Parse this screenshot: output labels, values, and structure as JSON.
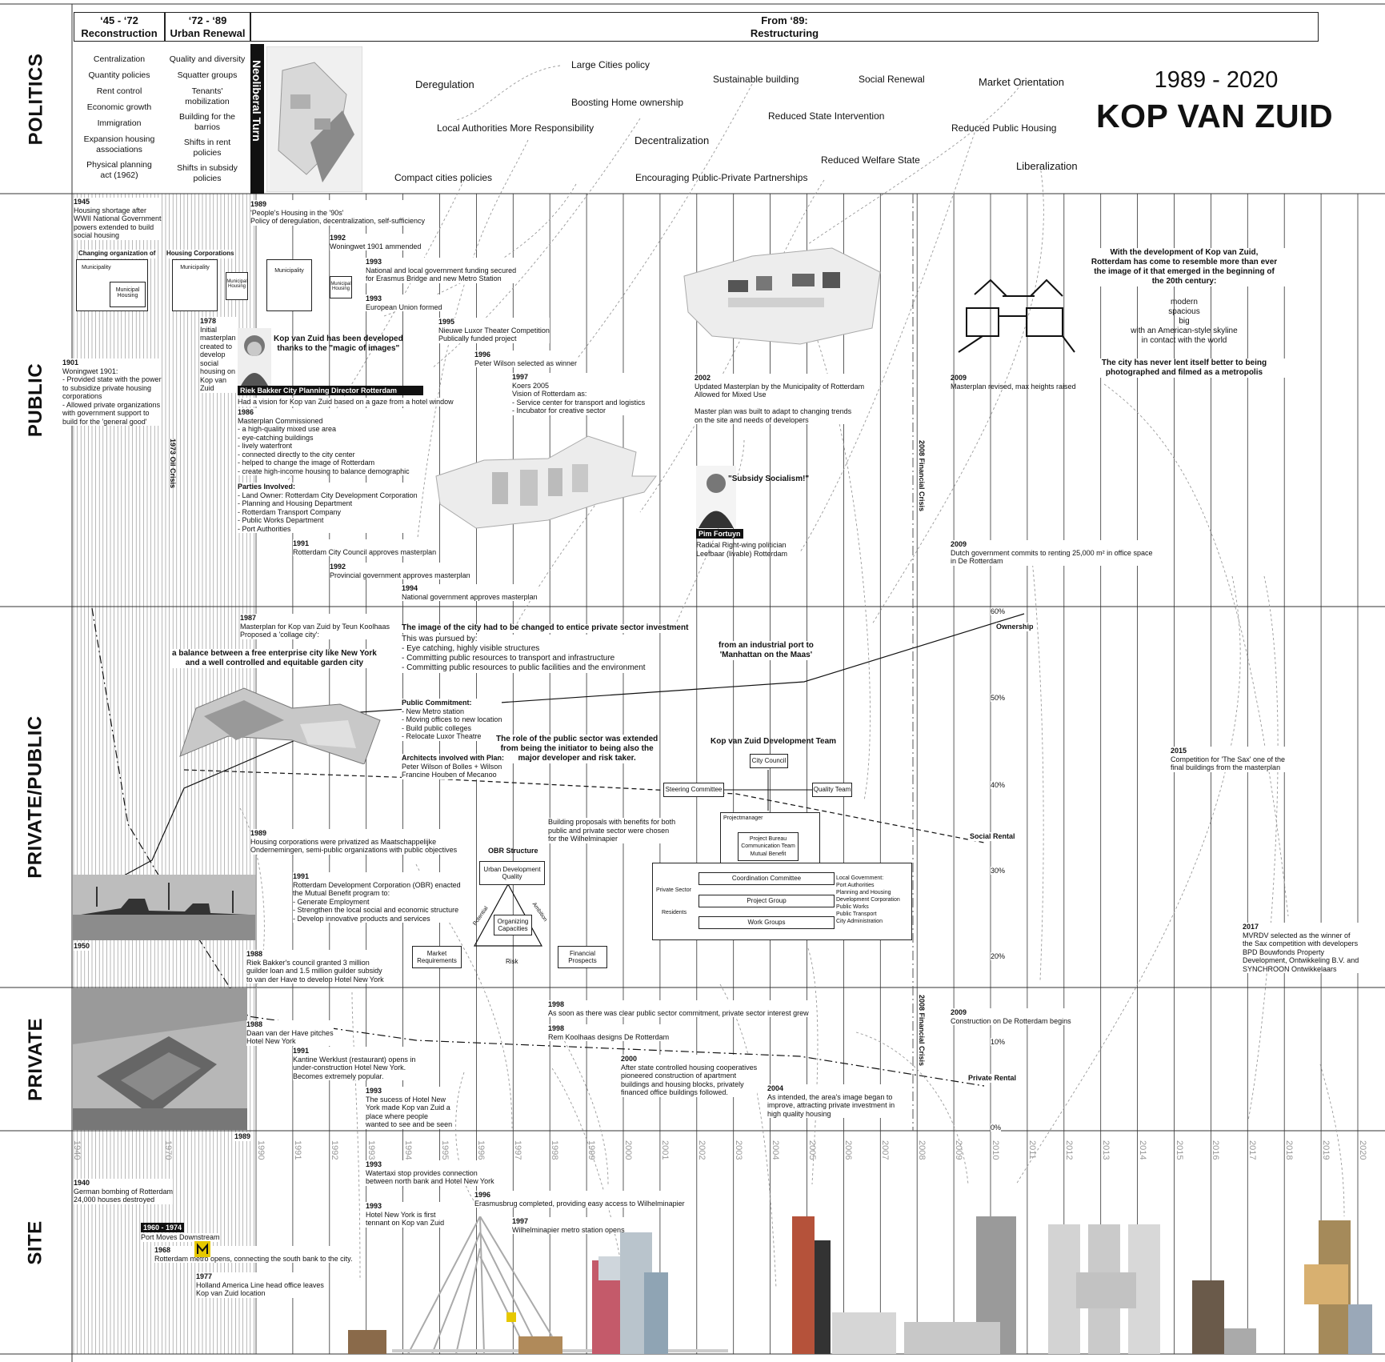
{
  "title": {
    "years": "1989 - 2020",
    "name": "KOP VAN ZUID"
  },
  "eras": [
    {
      "line1": "‘45 - ‘72",
      "line2": "Reconstruction"
    },
    {
      "line1": "‘72 - ‘89",
      "line2": "Urban Renewal"
    },
    {
      "line1": "From ‘89:",
      "line2": "Restructuring"
    }
  ],
  "rows": [
    "POLITICS",
    "PUBLIC",
    "PRIVATE/PUBLIC",
    "PRIVATE",
    "SITE"
  ],
  "politics_col1": [
    "Centralization",
    "Quantity policies",
    "Rent control",
    "Economic growth",
    "Immigration",
    "Expansion housing\nassociations",
    "Physical planning\nact (1962)"
  ],
  "politics_col2": [
    "Quality and diversity",
    "Squatter groups",
    "Tenants'\nmobilization",
    "Building for the\nbarrios",
    "Shifts in rent\npolicies",
    "Shifts in subsidy\npolicies"
  ],
  "neoliberal": "Neoliberal Turn",
  "politics_terms": [
    "Large Cities policy",
    "Deregulation",
    "Sustainable building",
    "Social Renewal",
    "Market Orientation",
    "Boosting Home ownership",
    "Reduced State Intervention",
    "Local Authorities More Responsibility",
    "Reduced Public Housing",
    "Decentralization",
    "Reduced Welfare State",
    "Liberalization",
    "Compact cities policies",
    "Encouraging Public-Private Partnerships"
  ],
  "public": {
    "e1945": {
      "year": "1945",
      "text": "Housing shortage after\nWWII National Government\npowers extended to build\nsocial housing"
    },
    "changing": "Changing organization of",
    "housing_corps": "Housing Corporations",
    "municipality": "Municipality",
    "municipal_housing": "Municipal\nHousing",
    "e1901": {
      "year": "1901",
      "text": "Woningwet 1901:\n- Provided state with the power\n  to subsidize private housing\n  corporations\n- Allowed private organizations\n  with government support to\n  build for the 'general good'"
    },
    "e1978": {
      "year": "1978",
      "text": "Initial\nmasterplan\ncreated to\ndevelop\nsocial\nhousing on\nKop van\nZuid"
    },
    "oil": "1973 Oil Crisis",
    "e1989": {
      "year": "1989",
      "text": "'People's Housing in the '90s'\nPolicy of deregulation, decentralization, self-sufficiency"
    },
    "e1992a": {
      "year": "1992",
      "text": "Woningwet 1901 ammended"
    },
    "e1993a": {
      "year": "1993",
      "text": "National and local government funding secured\nfor Erasmus Bridge and new Metro Station"
    },
    "e1993b": {
      "year": "1993",
      "text": "European Union formed"
    },
    "e1995": {
      "year": "1995",
      "text": "Nieuwe Luxor Theater Competition\nPublically funded project"
    },
    "e1996": {
      "year": "1996",
      "text": "Peter Wilson selected as winner"
    },
    "e1997": {
      "year": "1997",
      "text": "Koers 2005\nVision of Rotterdam as:\n- Service center for transport and logistics\n- Incubator for creative sector"
    },
    "magic": "Kop van Zuid has been developed\nthanks to the \"magic of images\"",
    "riek": "Riek Bakker City Planning Director Rotterdam",
    "riek_text": "Had a vision for Kop van Zuid based on a gaze from a hotel window",
    "e1986": {
      "year": "1986",
      "text": "Masterplan Commissioned\n- a high-quality mixed use area\n- eye-catching buildings\n- lively waterfront\n- connected directly to the city center\n- helped to change the image of Rotterdam\n- create high-income housing to balance demographic"
    },
    "parties": {
      "title": "Parties Involved:",
      "text": "- Land Owner: Rotterdam City Development Corporation\n- Planning and Housing Department\n- Rotterdam Transport Company\n- Public Works Department\n- Port Authorities"
    },
    "e1991": {
      "year": "1991",
      "text": "Rotterdam City Council approves masterplan"
    },
    "e1992b": {
      "year": "1992",
      "text": "Provincial government approves masterplan"
    },
    "e1994": {
      "year": "1994",
      "text": "National government approves masterplan"
    },
    "e2002": {
      "year": "2002",
      "text": "Updated Masterplan by the Municipality of Rotterdam\nAllowed for Mixed Use\n\nMaster plan was built to adapt to changing trends\non the site and needs of developers"
    },
    "subsidy": "\"Subsidy Socialism!\"",
    "pim": "Pim Fortuyn",
    "pim_text": "Radical Right-wing politician\nLeefbaar (livable) Rotterdam",
    "crisis": "2008 Financial Crisis",
    "e2009a": {
      "year": "2009",
      "text": "Masterplan revised, max heights raised"
    },
    "e2009b": {
      "year": "2009",
      "text": "Dutch government commits to renting 25,000 m² in office space\nin De Rotterdam"
    },
    "quote1": "With the development of Kop van Zuid,\nRotterdam has come to resemble more than ever\nthe image of it that emerged in the beginning of\nthe 20th century:",
    "quote2": "modern\nspacious\nbig\nwith an American-style skyline\nin contact with the world",
    "quote3": "The city has never lent itself better to being\nphotographed and filmed as a metropolis"
  },
  "pp": {
    "e1987": {
      "year": "1987",
      "text": "Masterplan for Kop van Zuid by Teun Koolhaas\nProposed a 'collage city':"
    },
    "balance": "a balance between a free enterprise city like New York\nand a well controlled and equitable garden city",
    "image_title": "The image of the city had to be changed to entice private sector investment",
    "image_text": "This was pursued by:\n- Eye catching, highly visible structures\n- Committing public resources to transport and infrastructure\n- Committing public resources to public facilities and the environment",
    "manhattan": "from an industrial port to\n'Manhattan on the Maas'",
    "commit_title": "Public Commitment:",
    "commit_text": "- New Metro station\n- Moving offices to new location\n- Build public colleges\n- Relocate Luxor Theatre",
    "role": "The role of the public sector was extended\nfrom being the initiator to being also the\nmajor developer and risk taker.",
    "arch_title": "Architects involved with Plan:",
    "arch_text": "Peter Wilson of Bolles + Wilson\nFrancine Houben of Mecanoo",
    "e1989": {
      "year": "1989",
      "text": "Housing corporations were privatized as Maatschappelijke\nOndernemingen, semi-public organizations with public objectives"
    },
    "e1991": {
      "year": "1991",
      "text": "Rotterdam Development Corporation (OBR) enacted\nthe Mutual Benefit program to:\n- Generate Employment\n- Strengthen the local social and economic structure\n- Develop innovative products and services"
    },
    "e1988": {
      "year": "1988",
      "text": "Riek Bakker's council granted 3 million\nguilder loan and 1.5 million guilder subsidy\nto van der Have to develop Hotel New York"
    },
    "y1950": "1950",
    "proposals": "Building proposals with benefits for both\npublic and private sector were chosen\nfor the Wilhelminapier",
    "obr_title": "OBR Structure",
    "obr": {
      "top": "Urban Development\nQuality",
      "mid": "Organizing\nCapacities",
      "left": "Market\nRequirements",
      "right": "Financial\nProspects",
      "potential": "Potential",
      "ambition": "Ambition",
      "risk": "Risk"
    },
    "team_title": "Kop van Zuid Development Team",
    "team": {
      "council": "City Council",
      "steering": "Steering Committee",
      "quality": "Quality Team",
      "pm": "Projectmanager",
      "bureau": "Project Bureau\nCommunication Team\nMutual Benefit",
      "coord": "Coordination Committee",
      "group": "Project Group",
      "work": "Work Groups",
      "private": "Private Sector",
      "residents": "Residents",
      "local": "Local Government:\nPort Authorities\nPlanning and Housing\nDevelopment Corporation\nPublic Works\nPublic Transport\nCity Administration"
    },
    "e2015": {
      "year": "2015",
      "text": "Competition for 'The Sax' one of the\nfinal buildings from the masterplan"
    },
    "e2017": {
      "year": "2017",
      "text": "MVRDV selected as the winner of\nthe Sax competition with developers\nBPD Bouwfonds Property\nDevelopment, Ontwikkeling B.V. and\nSYNCHROON Ontwikkelaars"
    },
    "ownership": "Ownership",
    "social": "Social Rental",
    "private_rental": "Private Rental",
    "pcts": [
      "60%",
      "50%",
      "40%",
      "30%",
      "20%",
      "10%",
      "0%"
    ]
  },
  "private": {
    "e1988": {
      "year": "1988",
      "text": "Daan van der Have pitches\nHotel New York"
    },
    "e1991": {
      "year": "1991",
      "text": "Kantine Werklust (restaurant) opens in\nunder-construction Hotel New York.\nBecomes extremely popular."
    },
    "e1993": {
      "year": "1993",
      "text": "The sucess of Hotel New\nYork made Kop van Zuid a\nplace where people\nwanted to see and be seen"
    },
    "e1998a": {
      "year": "1998",
      "text": "As soon as there was clear public sector commitment, private sector interest grew"
    },
    "e1998b": {
      "year": "1998",
      "text": "Rem Koolhaas designs De Rotterdam"
    },
    "e2000": {
      "year": "2000",
      "text": "After state controlled housing cooperatives\npioneered construction of apartment\nbuildings and housing blocks, privately\nfinanced office buildings followed."
    },
    "e2004": {
      "year": "2004",
      "text": "As intended, the area's image began to\nimprove, attracting private investment in\nhigh quality housing"
    },
    "crisis": "2008 Financial Crisis",
    "e2009": {
      "year": "2009",
      "text": "Construction on De Rotterdam begins"
    }
  },
  "site": {
    "y1989": "1989",
    "e1940": {
      "year": "1940",
      "text": "German bombing of Rotterdam\n24,000 houses destroyed"
    },
    "e1960": {
      "year": "1960 - 1974",
      "text": "Port Moves Downstream"
    },
    "e1968": {
      "year": "1968",
      "text": "Rotterdam metro opens, connecting the south bank to the city."
    },
    "e1977": {
      "year": "1977",
      "text": "Holland America Line head office leaves\nKop van Zuid location"
    },
    "e1993a": {
      "year": "1993",
      "text": "Watertaxi stop provides connection\nbetween north bank and Hotel New York"
    },
    "e1993b": {
      "year": "1993",
      "text": "Hotel New York is first\ntennant on Kop van Zuid"
    },
    "e1996": {
      "year": "1996",
      "text": "Erasmusbrug completed, providing easy access to Wilhelminapier"
    },
    "e1997": {
      "year": "1997",
      "text": "Wilhelminapier metro station opens"
    }
  },
  "ticks": [
    "1940",
    "1970",
    "1990",
    "1991",
    "1992",
    "1993",
    "1994",
    "1995",
    "1996",
    "1997",
    "1998",
    "1999",
    "2000",
    "2001",
    "2002",
    "2003",
    "2004",
    "2005",
    "2006",
    "2007",
    "2008",
    "2009",
    "2010",
    "2011",
    "2012",
    "2013",
    "2014",
    "2015",
    "2016",
    "2017",
    "2018",
    "2019",
    "2020"
  ],
  "colors": {
    "ink": "#111111",
    "grid": "#333333",
    "brick": "#b5523a",
    "tower": "#cfcfcf"
  }
}
